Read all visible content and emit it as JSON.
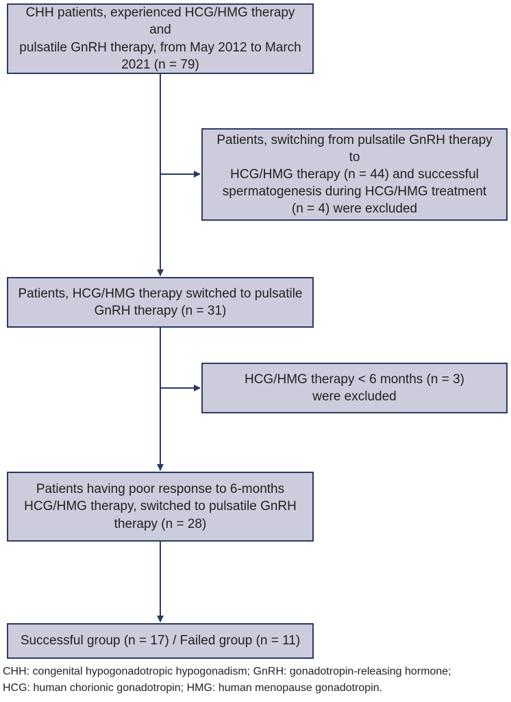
{
  "boxes": {
    "start": "CHH patients, experienced HCG/HMG therapy and\npulsatile GnRH therapy, from May 2012 to March\n2021 (n = 79)",
    "exclusion1": "Patients, switching from pulsatile GnRH therapy to\nHCG/HMG therapy (n = 44) and successful\nspermatogenesis during HCG/HMG treatment\n(n = 4) were excluded",
    "switched": "Patients, HCG/HMG therapy switched to pulsatile\nGnRH therapy (n = 31)",
    "exclusion2": "HCG/HMG therapy < 6 months (n = 3)\nwere excluded",
    "poor_response": "Patients having poor response to 6-months\nHCG/HMG therapy, switched to pulsatile GnRH\ntherapy (n = 28)",
    "outcome": "Successful group (n = 17) / Failed group (n = 11)"
  },
  "footnote": "CHH: congenital hypogonadotropic hypogonadism; GnRH: gonadotropin-releasing hormone;\nHCG: human chorionic gonadotropin; HMG: human menopause gonadotropin.",
  "colors": {
    "box_fill": "#ccccdc",
    "line": "#2b3a63"
  }
}
